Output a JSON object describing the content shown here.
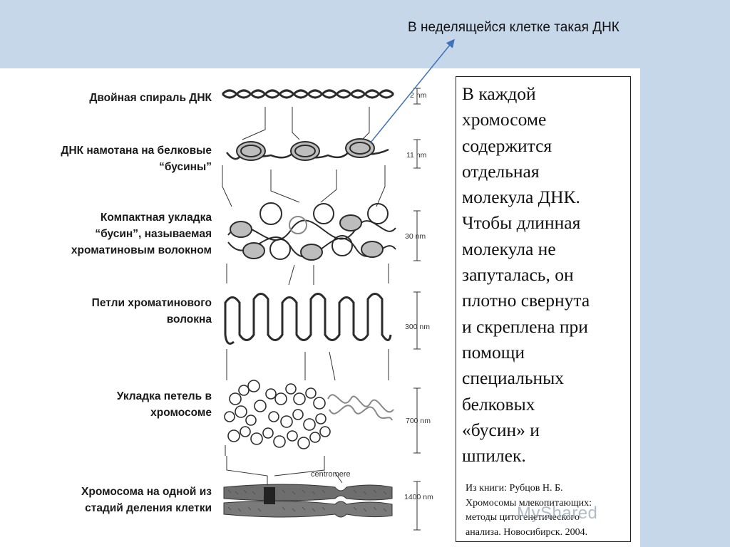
{
  "header_caption": "В неделящейся клетке такая ДНК",
  "levels": [
    {
      "label_lines": [
        "Двойная спираль ДНК"
      ],
      "scale": "2 nm"
    },
    {
      "label_lines": [
        "ДНК намотана на белковые",
        "“бусины”"
      ],
      "scale": "11 nm"
    },
    {
      "label_lines": [
        "Компактная укладка",
        "“бусин”, называемая",
        "хроматиновым волокном"
      ],
      "scale": "30 nm"
    },
    {
      "label_lines": [
        "Петли хроматинового",
        "волокна"
      ],
      "scale": "300 nm"
    },
    {
      "label_lines": [
        "Укладка петель в",
        "хромосоме"
      ],
      "scale": "700 nm"
    },
    {
      "label_lines": [
        "Хромосома на одной из",
        "стадий деления клетки"
      ],
      "scale": "1400 nm"
    }
  ],
  "centromere_label": "centromere",
  "text_box": {
    "main_lines": [
      "В каждой",
      "хромосоме",
      "содержится",
      "отдельная",
      "молекула ДНК.",
      "Чтобы длинная",
      "молекула не",
      "запуталась, он",
      "плотно свернута",
      "и скреплена при",
      "помощи",
      "специальных",
      "белковых",
      "«бусин» и",
      "шпилек."
    ],
    "source_lines": [
      "Из книги: Рубцов Н. Б.",
      "Хромосомы млекопитающих:",
      "методы цитогенетического",
      "анализа. Новосибирск. 2004."
    ]
  },
  "watermark": "MyShared",
  "colors": {
    "background_band": "#c7d7ea",
    "arrow": "#3f72b8",
    "ink": "#2b2b2b"
  }
}
